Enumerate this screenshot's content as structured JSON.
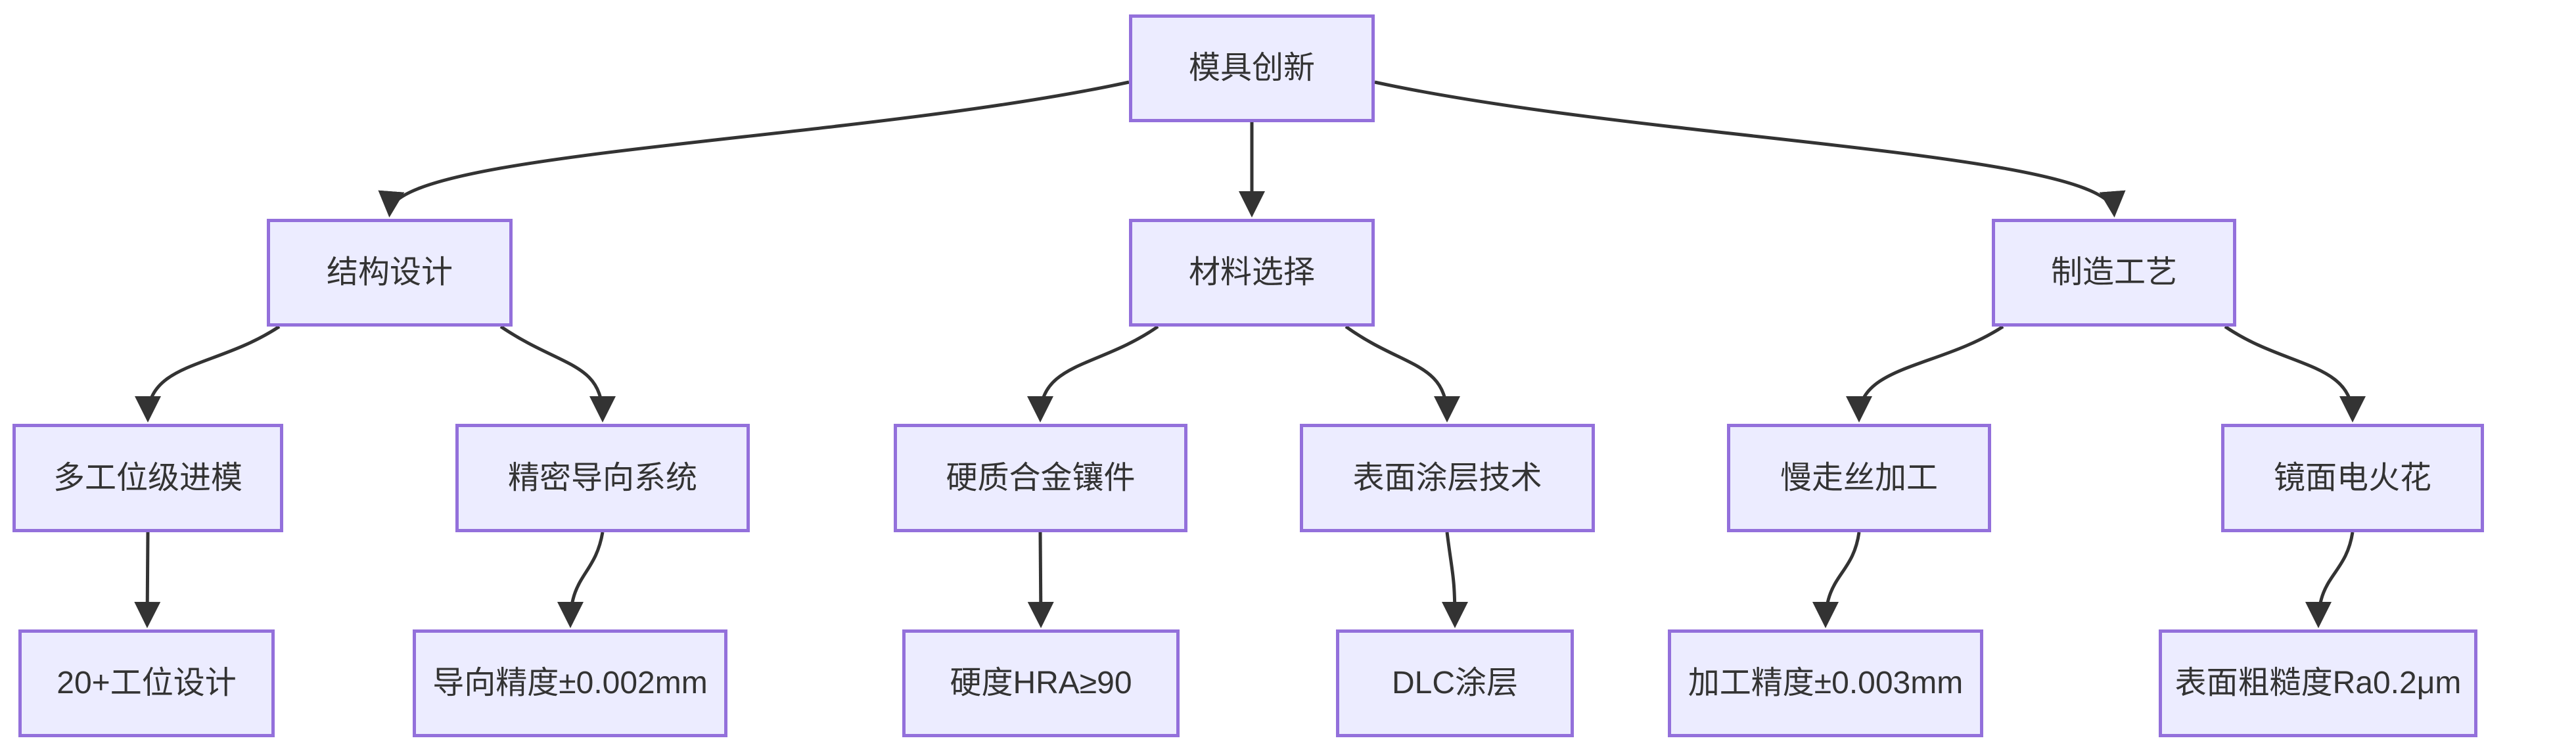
{
  "diagram": {
    "type": "flowchart-top-down",
    "theme": {
      "background": "#ffffff",
      "node_fill": "#ECECFF",
      "node_border": "#9370DB",
      "edge_color": "#333333",
      "text_color": "#333333"
    },
    "nodes": [
      {
        "id": "A",
        "label": "模具创新",
        "level": 1
      },
      {
        "id": "B",
        "label": "结构设计",
        "level": 2
      },
      {
        "id": "C",
        "label": "材料选择",
        "level": 2
      },
      {
        "id": "D",
        "label": "制造工艺",
        "level": 2
      },
      {
        "id": "E",
        "label": "多工位级进模",
        "level": 3
      },
      {
        "id": "F",
        "label": "精密导向系统",
        "level": 3
      },
      {
        "id": "G",
        "label": "硬质合金镶件",
        "level": 3
      },
      {
        "id": "H",
        "label": "表面涂层技术",
        "level": 3
      },
      {
        "id": "I",
        "label": "慢走丝加工",
        "level": 3
      },
      {
        "id": "J",
        "label": "镜面电火花",
        "level": 3
      },
      {
        "id": "K",
        "label": "20+工位设计",
        "level": 4
      },
      {
        "id": "L",
        "label": "导向精度±0.002mm",
        "level": 4
      },
      {
        "id": "M",
        "label": "硬度HRA≥90",
        "level": 4
      },
      {
        "id": "N",
        "label": "DLC涂层",
        "level": 4
      },
      {
        "id": "O",
        "label": "加工精度±0.003mm",
        "level": 4
      },
      {
        "id": "P",
        "label": "表面粗糙度Ra0.2μm",
        "level": 4
      }
    ],
    "edges": [
      {
        "from": "模具创新",
        "to": "结构设计"
      },
      {
        "from": "模具创新",
        "to": "材料选择"
      },
      {
        "from": "模具创新",
        "to": "制造工艺"
      },
      {
        "from": "结构设计",
        "to": "多工位级进模"
      },
      {
        "from": "结构设计",
        "to": "精密导向系统"
      },
      {
        "from": "材料选择",
        "to": "硬质合金镶件"
      },
      {
        "from": "材料选择",
        "to": "表面涂层技术"
      },
      {
        "from": "制造工艺",
        "to": "慢走丝加工"
      },
      {
        "from": "制造工艺",
        "to": "镜面电火花"
      },
      {
        "from": "多工位级进模",
        "to": "20+工位设计"
      },
      {
        "from": "精密导向系统",
        "to": "导向精度±0.002mm"
      },
      {
        "from": "硬质合金镶件",
        "to": "硬度HRA≥90"
      },
      {
        "from": "表面涂层技术",
        "to": "DLC涂层"
      },
      {
        "from": "慢走丝加工",
        "to": "加工精度±0.003mm"
      },
      {
        "from": "镜面电火花",
        "to": "表面粗糙度Ra0.2μm"
      }
    ]
  }
}
